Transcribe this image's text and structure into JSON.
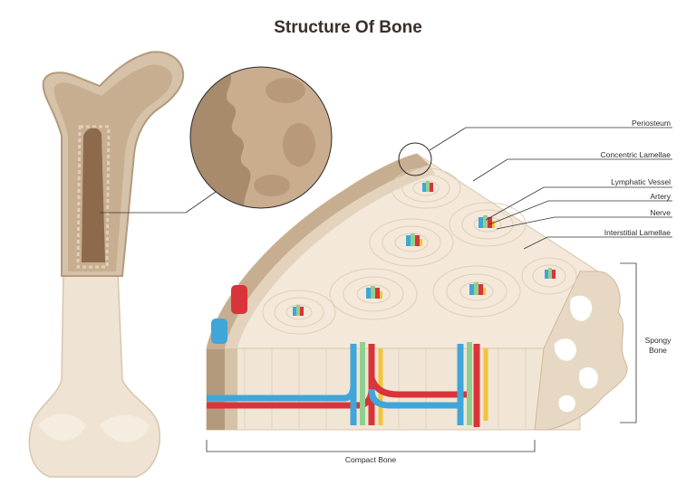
{
  "title": "Structure Of Bone",
  "labels": {
    "periosteum": "Periosteum",
    "concentric_lamellae": "Concentric Lamellae",
    "lymphatic_vessel": "Lymphatic Vessel",
    "artery": "Artery",
    "nerve": "Nerve",
    "interstitial_lamellae": "Interstitial Lamellae",
    "spongy_bone_line1": "Spongy",
    "spongy_bone_line2": "Bone",
    "compact_bone": "Compact Bone"
  },
  "colors": {
    "bone_light": "#efe3d3",
    "bone_mid": "#d6c2a8",
    "bone_dark": "#a88a6c",
    "marrow": "#8e6a4c",
    "artery": "#d9343a",
    "vein": "#3fa6d9",
    "nerve": "#f2c43b",
    "lymph": "#8fd08f"
  }
}
